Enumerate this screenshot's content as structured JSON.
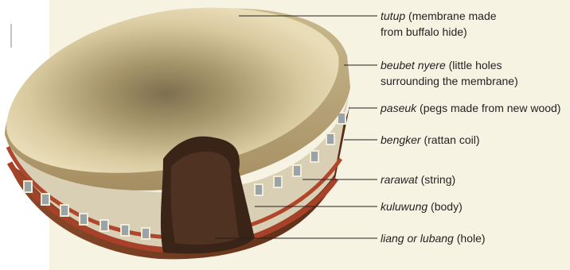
{
  "labels": [
    {
      "term": "tutup",
      "desc_line1": " (membrane made",
      "desc_line2": "from buffalo hide)"
    },
    {
      "term": "beubet nyere",
      "desc_line1": " (little holes",
      "desc_line2": "surrounding the membrane)"
    },
    {
      "term": "paseuk",
      "desc_line1": " (pegs made from new wood)"
    },
    {
      "term": "bengker",
      "desc_line1": " (rattan coil)"
    },
    {
      "term": "rarawat",
      "desc_line1": " (string)"
    },
    {
      "term": "kuluwung",
      "desc_line1": " (body)"
    },
    {
      "term": "liang or lubang",
      "desc_line1": " (hole)"
    }
  ],
  "colors": {
    "background_panel": "#f6f1db",
    "membrane": "#d9c89b",
    "membrane_center": "#8c7d57",
    "body_wood": "#7a3f1f",
    "cutout": "#3a2418",
    "leader_line": "#231f20"
  }
}
